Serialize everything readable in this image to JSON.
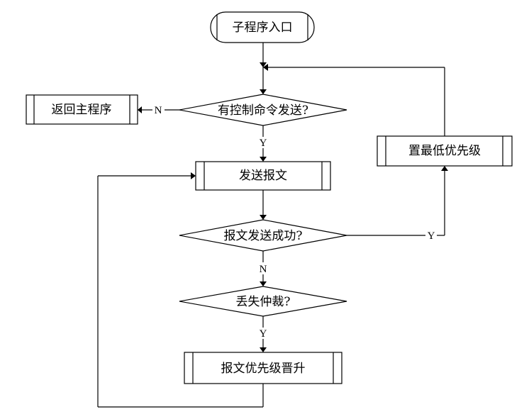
{
  "nodes": {
    "start": "子程序入口",
    "check_control": "有控制命令发送?",
    "return_main": "返回主程序",
    "send_msg": "发送报文",
    "send_success": "报文发送成功?",
    "set_lowest": "置最低优先级",
    "lost_arbitration": "丢失仲裁?",
    "raise_priority": "报文优先级晋升"
  },
  "edges": {
    "control_no": "N",
    "control_yes": "Y",
    "success_yes": "Y",
    "success_no": "N",
    "arb_yes": "Y"
  }
}
